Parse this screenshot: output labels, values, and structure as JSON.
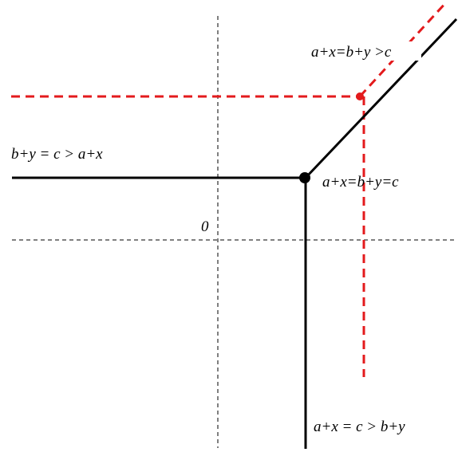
{
  "labels": {
    "region_top": "a+x=b+y >c",
    "region_left": "b+y = c > a+x",
    "vertex": "a+x=b+y=c",
    "origin": "0",
    "region_bottom": "a+x = c > b+y"
  },
  "colors": {
    "background": "#ffffff",
    "tropical_curve": "#000000",
    "axes": "#000000",
    "shifted_curve": "#e31a1c",
    "text": "#000000"
  }
}
